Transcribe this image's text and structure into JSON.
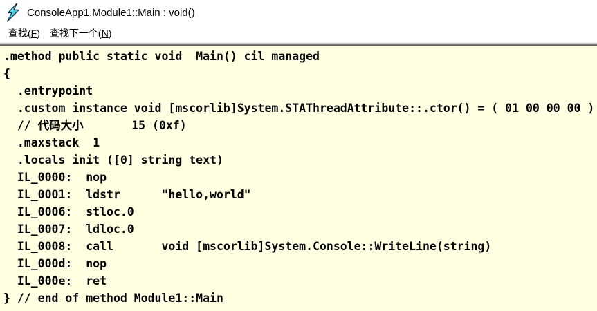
{
  "window": {
    "title": "ConsoleApp1.Module1::Main : void()",
    "icon": "lightning-bolt"
  },
  "menubar": {
    "items": [
      {
        "pre": "查找(",
        "mnemonic": "F",
        "post": ")"
      },
      {
        "pre": "查找下一个(",
        "mnemonic": "N",
        "post": ")"
      }
    ]
  },
  "colors": {
    "titlebar_bg": "#FFFFFF",
    "menubar_bg": "#FFFFFF",
    "code_bg": "#FFFFE1",
    "code_text": "#000000",
    "icon_cyan_light": "#8FF2F7",
    "icon_cyan_dark": "#00B4CC",
    "icon_outline": "#122B4D",
    "border_dark": "#4F4F4F"
  },
  "code": {
    "lines": [
      ".method public static void  Main() cil managed",
      "{",
      "  .entrypoint",
      "  .custom instance void [mscorlib]System.STAThreadAttribute::.ctor() = ( 01 00 00 00 ) ",
      "  // 代码大小       15 (0xf)",
      "  .maxstack  1",
      "  .locals init ([0] string text)",
      "  IL_0000:  nop",
      "  IL_0001:  ldstr      \"hello,world\"",
      "  IL_0006:  stloc.0",
      "  IL_0007:  ldloc.0",
      "  IL_0008:  call       void [mscorlib]System.Console::WriteLine(string)",
      "  IL_000d:  nop",
      "  IL_000e:  ret",
      "} // end of method Module1::Main"
    ]
  }
}
